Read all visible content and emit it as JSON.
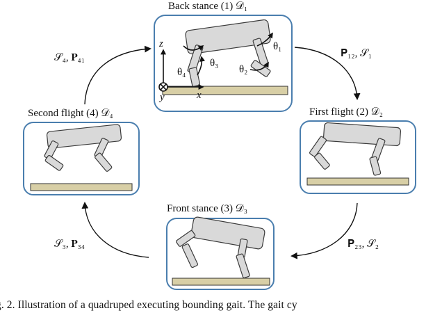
{
  "diagram": {
    "states": [
      {
        "id": "back-stance",
        "title": "Back stance (1) 𝒟₁"
      },
      {
        "id": "first-flight",
        "title": "First flight (2) 𝒟₂"
      },
      {
        "id": "front-stance",
        "title": "Front stance (3) 𝒟₃"
      },
      {
        "id": "second-flight",
        "title": "Second flight (4) 𝒟₄"
      }
    ],
    "transitions": {
      "t12": "𝐏₁₂, 𝒮₁",
      "t23": "𝐏₂₃, 𝒮₂",
      "t34": "𝒮₃, 𝐏₃₄",
      "t41": "𝒮₄, 𝐏₄₁"
    },
    "axes": {
      "z": "z",
      "x": "x",
      "y": "y"
    },
    "angles": {
      "theta1": "θ₁",
      "theta2": "θ₂",
      "theta3": "θ₃",
      "theta4": "θ₄"
    }
  },
  "caption": "g. 2.   Illustration of a quadruped executing bounding gait. The gait cy",
  "colors": {
    "box_border": "#4a7eae",
    "ground": "#d8cfa6",
    "body": "#d9d9d9",
    "outline": "#3a3a3a"
  }
}
